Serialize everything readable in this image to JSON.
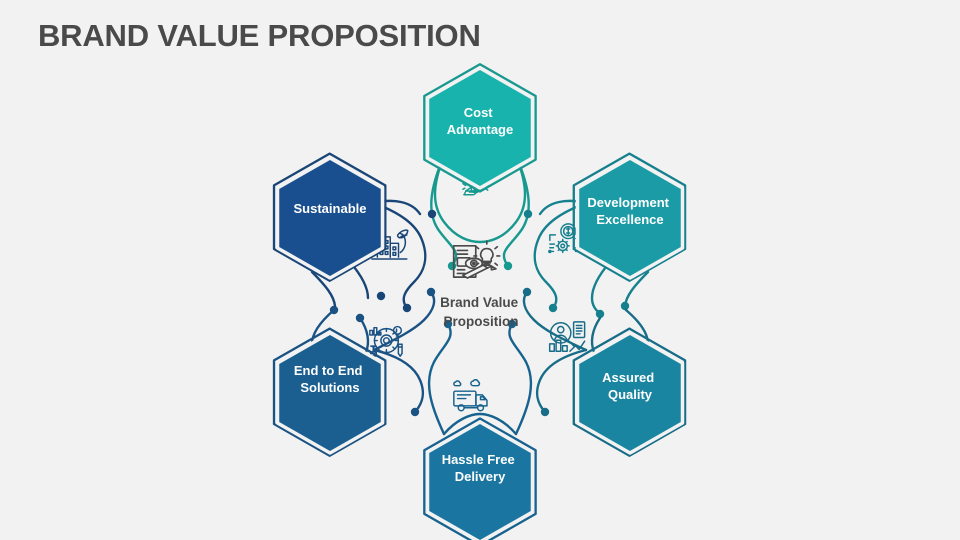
{
  "slide": {
    "title": "BRAND VALUE PROPOSITION",
    "background_color": "#f2f2f2",
    "title_color": "#4a4a4a"
  },
  "center": {
    "label_line1": "Brand Value",
    "label_line2": "Proposition",
    "icon": "document-lightbulb-idea-icon",
    "icon_color": "#4a4a4a"
  },
  "nodes": [
    {
      "id": "cost-advantage",
      "label_line1": "Cost",
      "label_line2": "Advantage",
      "color": "#17b3ac",
      "icon": "hand-money-cost-icon",
      "position": "top"
    },
    {
      "id": "development-excellence",
      "label_line1": "Development",
      "label_line2": "Excellence",
      "color": "#1b9ba5",
      "icon": "circuit-dollar-gear-icon",
      "position": "top-right"
    },
    {
      "id": "assured-quality",
      "label_line1": "Assured",
      "label_line2": "Quality",
      "color": "#1a85a0",
      "icon": "magnifier-document-chart-icon",
      "position": "bottom-right"
    },
    {
      "id": "hassle-free-delivery",
      "label_line1": "Hassle Free",
      "label_line2": "Delivery",
      "color": "#1a76a0",
      "icon": "delivery-truck-icon",
      "position": "bottom"
    },
    {
      "id": "end-to-end-solutions",
      "label_line1": "End to End",
      "label_line2": "Solutions",
      "color": "#1a5f90",
      "icon": "gear-chart-bulb-icon",
      "position": "bottom-left"
    },
    {
      "id": "sustainable",
      "label_line1": "Sustainable",
      "label_line2": "",
      "color": "#1a4f8f",
      "icon": "buildings-recycle-leaf-icon",
      "position": "top-left"
    }
  ]
}
